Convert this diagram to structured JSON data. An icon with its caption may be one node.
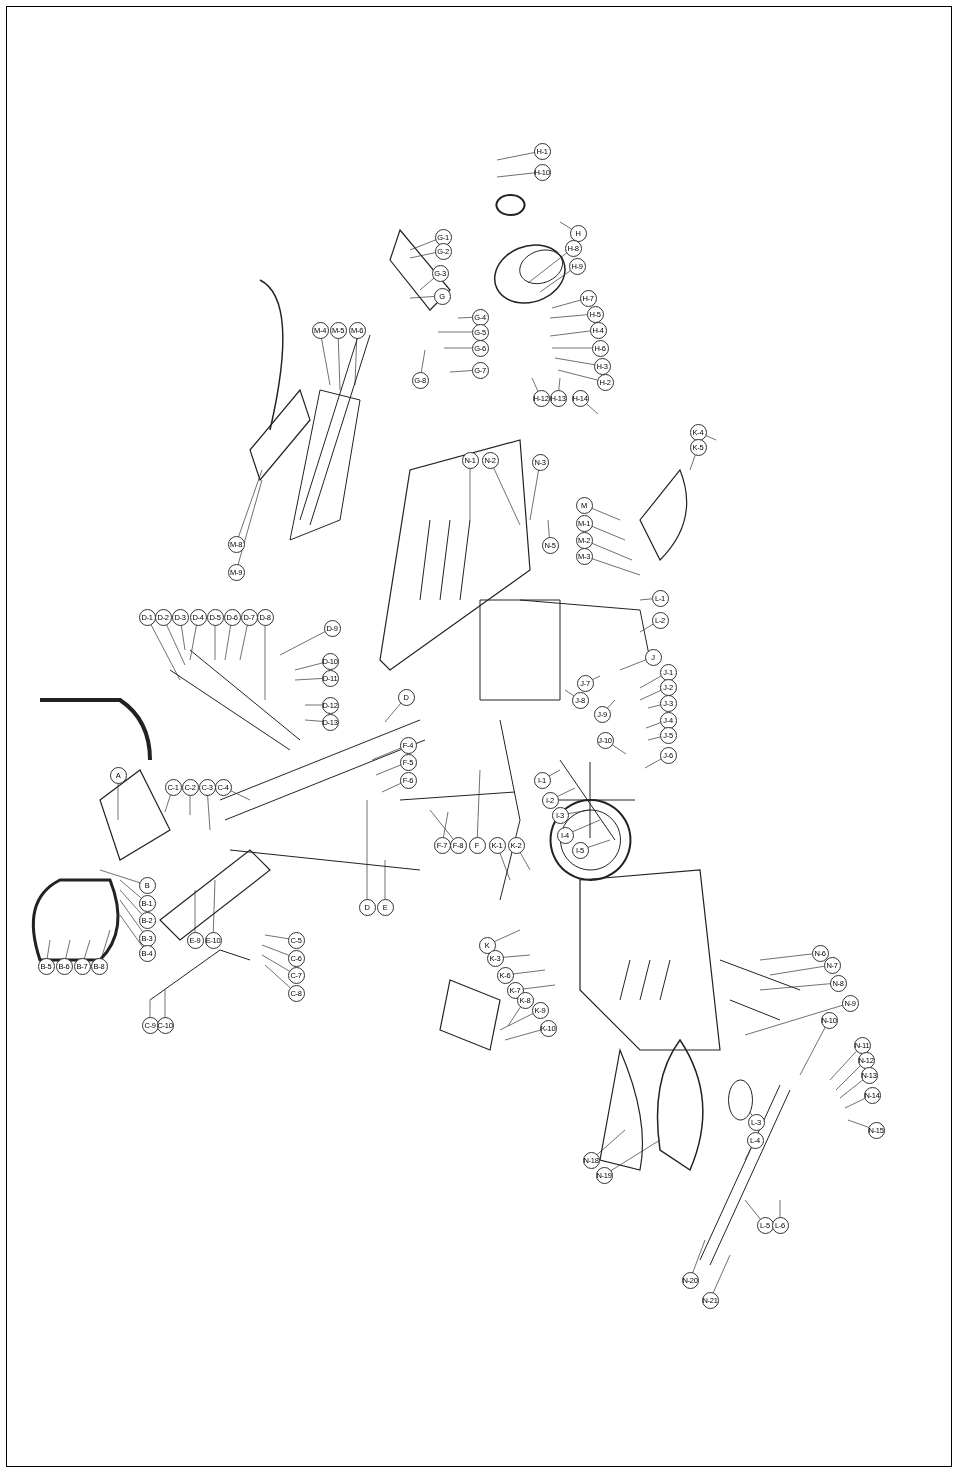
{
  "diagram": {
    "nodes": [
      {
        "text": [
          "H-1"
        ]
      },
      {
        "text": [
          "H-10"
        ]
      },
      {
        "text": [
          "H"
        ]
      },
      {
        "text": [
          "H-8"
        ]
      },
      {
        "text": [
          "H-9"
        ]
      },
      {
        "text": [
          "H-7"
        ]
      },
      {
        "text": [
          "H-5"
        ]
      },
      {
        "text": [
          "H-4"
        ]
      },
      {
        "text": [
          "H-6"
        ]
      },
      {
        "text": [
          "H-3"
        ]
      },
      {
        "text": [
          "H-2"
        ]
      },
      {
        "text": [
          "H-12"
        ]
      },
      {
        "text": [
          "H-13"
        ]
      },
      {
        "text": [
          "H-14"
        ]
      },
      {
        "text": [
          "G-1"
        ]
      },
      {
        "text": [
          "G-2"
        ]
      },
      {
        "text": [
          "G-3"
        ]
      },
      {
        "text": [
          "G"
        ]
      },
      {
        "text": [
          "G-4"
        ]
      },
      {
        "text": [
          "G-5"
        ]
      },
      {
        "text": [
          "G-6"
        ]
      },
      {
        "text": [
          "G-7"
        ]
      },
      {
        "text": [
          "G-8"
        ]
      },
      {
        "text": [
          "M-4"
        ]
      },
      {
        "text": [
          "M-5"
        ]
      },
      {
        "text": [
          "M-6"
        ]
      },
      {
        "text": [
          "M-8"
        ]
      },
      {
        "text": [
          "M-9"
        ]
      },
      {
        "text": [
          "N-1"
        ]
      },
      {
        "text": [
          "N-2"
        ]
      },
      {
        "text": [
          "N-3"
        ]
      },
      {
        "text": [
          "N-5"
        ]
      },
      {
        "text": [
          "M"
        ]
      },
      {
        "text": [
          "M-1"
        ]
      },
      {
        "text": [
          "M-2"
        ]
      },
      {
        "text": [
          "M-3"
        ]
      },
      {
        "text": [
          "K-4"
        ]
      },
      {
        "text": [
          "K-5"
        ]
      },
      {
        "text": [
          "L-1"
        ]
      },
      {
        "text": [
          "L-2"
        ]
      },
      {
        "text": [
          "J"
        ]
      },
      {
        "text": [
          "J-1"
        ]
      },
      {
        "text": [
          "J-2"
        ]
      },
      {
        "text": [
          "J-3"
        ]
      },
      {
        "text": [
          "J-4"
        ]
      },
      {
        "text": [
          "J-5"
        ]
      },
      {
        "text": [
          "J-6"
        ]
      },
      {
        "text": [
          "J-7"
        ]
      },
      {
        "text": [
          "J-8"
        ]
      },
      {
        "text": [
          "J-9"
        ]
      },
      {
        "text": [
          "J-10"
        ]
      },
      {
        "text": [
          "I-1"
        ]
      },
      {
        "text": [
          "I-2"
        ]
      },
      {
        "text": [
          "I-3"
        ]
      },
      {
        "text": [
          "I-4"
        ]
      },
      {
        "text": [
          "I-5"
        ]
      },
      {
        "text": [
          "D-1"
        ]
      },
      {
        "text": [
          "D-2"
        ]
      },
      {
        "text": [
          "D-3"
        ]
      },
      {
        "text": [
          "D-4"
        ]
      },
      {
        "text": [
          "D-5"
        ]
      },
      {
        "text": [
          "D-6"
        ]
      },
      {
        "text": [
          "D-7"
        ]
      },
      {
        "text": [
          "D-8"
        ]
      },
      {
        "text": [
          "D-9"
        ]
      },
      {
        "text": [
          "D-10"
        ]
      },
      {
        "text": [
          "D-11"
        ]
      },
      {
        "text": [
          "D-12"
        ]
      },
      {
        "text": [
          "D-13"
        ]
      },
      {
        "text": [
          "D"
        ]
      },
      {
        "text": [
          "F-4"
        ]
      },
      {
        "text": [
          "F-5"
        ]
      },
      {
        "text": [
          "F-6"
        ]
      },
      {
        "text": [
          "F-7"
        ]
      },
      {
        "text": [
          "F-8"
        ]
      },
      {
        "text": [
          "F"
        ]
      },
      {
        "text": [
          "K-1"
        ]
      },
      {
        "text": [
          "K-2"
        ]
      },
      {
        "text": [
          "D"
        ]
      },
      {
        "text": [
          "E"
        ]
      },
      {
        "text": [
          "K"
        ]
      },
      {
        "text": [
          "K-3"
        ]
      },
      {
        "text": [
          "K-6"
        ]
      },
      {
        "text": [
          "K-7"
        ]
      },
      {
        "text": [
          "K-8"
        ]
      },
      {
        "text": [
          "K-9"
        ]
      },
      {
        "text": [
          "K-10"
        ]
      },
      {
        "text": [
          "A"
        ]
      },
      {
        "text": [
          "C-1"
        ]
      },
      {
        "text": [
          "C-2"
        ]
      },
      {
        "text": [
          "C-3"
        ]
      },
      {
        "text": [
          "C-4"
        ]
      },
      {
        "text": [
          "B"
        ]
      },
      {
        "text": [
          "B-1"
        ]
      },
      {
        "text": [
          "B-2"
        ]
      },
      {
        "text": [
          "B-3"
        ]
      },
      {
        "text": [
          "B-4"
        ]
      },
      {
        "text": [
          "B-5"
        ]
      },
      {
        "text": [
          "B-6"
        ]
      },
      {
        "text": [
          "B-7"
        ]
      },
      {
        "text": [
          "B-8"
        ]
      },
      {
        "text": [
          "E-9"
        ]
      },
      {
        "text": [
          "E-10"
        ]
      },
      {
        "text": [
          "C-5"
        ]
      },
      {
        "text": [
          "C-6"
        ]
      },
      {
        "text": [
          "C-7"
        ]
      },
      {
        "text": [
          "C-8"
        ]
      },
      {
        "text": [
          "C-9"
        ]
      },
      {
        "text": [
          "C-10"
        ]
      },
      {
        "text": [
          "N-6"
        ]
      },
      {
        "text": [
          "N-7"
        ]
      },
      {
        "text": [
          "N-8"
        ]
      },
      {
        "text": [
          "N-9"
        ]
      },
      {
        "text": [
          "N-10"
        ]
      },
      {
        "text": [
          "N-11"
        ]
      },
      {
        "text": [
          "N-12"
        ]
      },
      {
        "text": [
          "N-13"
        ]
      },
      {
        "text": [
          "N-14"
        ]
      },
      {
        "text": [
          "N-15"
        ]
      },
      {
        "text": [
          "L-3"
        ]
      },
      {
        "text": [
          "L-4"
        ]
      },
      {
        "text": [
          "N-18"
        ]
      },
      {
        "text": [
          "N-19"
        ]
      },
      {
        "text": [
          "L-5"
        ]
      },
      {
        "text": [
          "L-6"
        ]
      },
      {
        "text": [
          "N-20"
        ]
      },
      {
        "text": [
          "N-21"
        ]
      }
    ],
    "edges": [
      {
        "from": 0,
        "to": null,
        "arrow": "none"
      },
      {
        "from": 1,
        "to": null,
        "arrow": "none"
      },
      {
        "from": 2,
        "to": null,
        "arrow": "none"
      },
      {
        "from": 3,
        "to": null,
        "arrow": "none"
      },
      {
        "from": 4,
        "to": null,
        "arrow": "none"
      },
      {
        "from": 5,
        "to": null,
        "arrow": "none"
      },
      {
        "from": 6,
        "to": null,
        "arrow": "none"
      },
      {
        "from": 7,
        "to": null,
        "arrow": "none"
      },
      {
        "from": 8,
        "to": null,
        "arrow": "none"
      },
      {
        "from": 9,
        "to": null,
        "arrow": "none"
      },
      {
        "from": 10,
        "to": null,
        "arrow": "none"
      },
      {
        "from": 11,
        "to": null,
        "arrow": "none"
      },
      {
        "from": 12,
        "to": null,
        "arrow": "none"
      },
      {
        "from": 13,
        "to": null,
        "arrow": "none"
      },
      {
        "from": 14,
        "to": null,
        "arrow": "none"
      },
      {
        "from": 15,
        "to": null,
        "arrow": "none"
      },
      {
        "from": 16,
        "to": null,
        "arrow": "none"
      },
      {
        "from": 17,
        "to": null,
        "arrow": "none"
      },
      {
        "from": 18,
        "to": null,
        "arrow": "none"
      },
      {
        "from": 19,
        "to": null,
        "arrow": "none"
      },
      {
        "from": 20,
        "to": null,
        "arrow": "none"
      },
      {
        "from": 21,
        "to": null,
        "arrow": "none"
      },
      {
        "from": 22,
        "to": null,
        "arrow": "none"
      },
      {
        "from": 23,
        "to": null,
        "arrow": "none"
      },
      {
        "from": 24,
        "to": null,
        "arrow": "none"
      },
      {
        "from": 25,
        "to": null,
        "arrow": "none"
      },
      {
        "from": 26,
        "to": null,
        "arrow": "none"
      },
      {
        "from": 27,
        "to": null,
        "arrow": "none"
      },
      {
        "from": 28,
        "to": null,
        "arrow": "none"
      },
      {
        "from": 29,
        "to": null,
        "arrow": "none"
      },
      {
        "from": 30,
        "to": null,
        "arrow": "none"
      },
      {
        "from": 31,
        "to": null,
        "arrow": "none"
      },
      {
        "from": 32,
        "to": null,
        "arrow": "none"
      },
      {
        "from": 33,
        "to": null,
        "arrow": "none"
      },
      {
        "from": 34,
        "to": null,
        "arrow": "none"
      },
      {
        "from": 35,
        "to": null,
        "arrow": "none"
      },
      {
        "from": 36,
        "to": null,
        "arrow": "none"
      },
      {
        "from": 37,
        "to": null,
        "arrow": "none"
      },
      {
        "from": 38,
        "to": null,
        "arrow": "none"
      },
      {
        "from": 39,
        "to": null,
        "arrow": "none"
      },
      {
        "from": 40,
        "to": null,
        "arrow": "none"
      },
      {
        "from": 41,
        "to": null,
        "arrow": "none"
      },
      {
        "from": 42,
        "to": null,
        "arrow": "none"
      },
      {
        "from": 43,
        "to": null,
        "arrow": "none"
      },
      {
        "from": 44,
        "to": null,
        "arrow": "none"
      },
      {
        "from": 45,
        "to": null,
        "arrow": "none"
      },
      {
        "from": 46,
        "to": null,
        "arrow": "none"
      },
      {
        "from": 47,
        "to": null,
        "arrow": "none"
      },
      {
        "from": 48,
        "to": null,
        "arrow": "none"
      },
      {
        "from": 49,
        "to": null,
        "arrow": "none"
      },
      {
        "from": 50,
        "to": null,
        "arrow": "none"
      },
      {
        "from": 51,
        "to": null,
        "arrow": "none"
      },
      {
        "from": 52,
        "to": null,
        "arrow": "none"
      },
      {
        "from": 53,
        "to": null,
        "arrow": "none"
      },
      {
        "from": 54,
        "to": null,
        "arrow": "none"
      },
      {
        "from": 55,
        "to": null,
        "arrow": "none"
      },
      {
        "from": 56,
        "to": null,
        "arrow": "none"
      },
      {
        "from": 57,
        "to": null,
        "arrow": "none"
      },
      {
        "from": 58,
        "to": null,
        "arrow": "none"
      },
      {
        "from": 59,
        "to": null,
        "arrow": "none"
      },
      {
        "from": 60,
        "to": null,
        "arrow": "none"
      },
      {
        "from": 61,
        "to": null,
        "arrow": "none"
      },
      {
        "from": 62,
        "to": null,
        "arrow": "none"
      },
      {
        "from": 63,
        "to": null,
        "arrow": "none"
      },
      {
        "from": 64,
        "to": null,
        "arrow": "none"
      },
      {
        "from": 65,
        "to": null,
        "arrow": "none"
      },
      {
        "from": 66,
        "to": null,
        "arrow": "none"
      },
      {
        "from": 67,
        "to": null,
        "arrow": "none"
      },
      {
        "from": 68,
        "to": null,
        "arrow": "none"
      },
      {
        "from": 69,
        "to": null,
        "arrow": "none"
      },
      {
        "from": 70,
        "to": null,
        "arrow": "none"
      },
      {
        "from": 71,
        "to": null,
        "arrow": "none"
      },
      {
        "from": 72,
        "to": null,
        "arrow": "none"
      },
      {
        "from": 73,
        "to": null,
        "arrow": "none"
      },
      {
        "from": 74,
        "to": null,
        "arrow": "none"
      },
      {
        "from": 75,
        "to": null,
        "arrow": "none"
      },
      {
        "from": 76,
        "to": null,
        "arrow": "none"
      },
      {
        "from": 77,
        "to": null,
        "arrow": "none"
      },
      {
        "from": 78,
        "to": null,
        "arrow": "none"
      },
      {
        "from": 79,
        "to": null,
        "arrow": "none"
      },
      {
        "from": 80,
        "to": null,
        "arrow": "none"
      },
      {
        "from": 81,
        "to": null,
        "arrow": "none"
      },
      {
        "from": 82,
        "to": null,
        "arrow": "none"
      },
      {
        "from": 83,
        "to": null,
        "arrow": "none"
      },
      {
        "from": 84,
        "to": null,
        "arrow": "none"
      },
      {
        "from": 85,
        "to": null,
        "arrow": "none"
      },
      {
        "from": 86,
        "to": null,
        "arrow": "none"
      },
      {
        "from": 87,
        "to": null,
        "arrow": "none"
      },
      {
        "from": 88,
        "to": null,
        "arrow": "none"
      },
      {
        "from": 89,
        "to": null,
        "arrow": "none"
      },
      {
        "from": 90,
        "to": null,
        "arrow": "none"
      },
      {
        "from": 91,
        "to": null,
        "arrow": "none"
      },
      {
        "from": 92,
        "to": null,
        "arrow": "none"
      },
      {
        "from": 93,
        "to": null,
        "arrow": "none"
      },
      {
        "from": 94,
        "to": null,
        "arrow": "none"
      },
      {
        "from": 95,
        "to": null,
        "arrow": "none"
      },
      {
        "from": 96,
        "to": null,
        "arrow": "none"
      },
      {
        "from": 97,
        "to": null,
        "arrow": "none"
      },
      {
        "from": 98,
        "to": null,
        "arrow": "none"
      },
      {
        "from": 99,
        "to": null,
        "arrow": "none"
      },
      {
        "from": 100,
        "to": null,
        "arrow": "none"
      },
      {
        "from": 101,
        "to": null,
        "arrow": "none"
      },
      {
        "from": 102,
        "to": null,
        "arrow": "none"
      },
      {
        "from": 103,
        "to": null,
        "arrow": "none"
      },
      {
        "from": 104,
        "to": null,
        "arrow": "none"
      },
      {
        "from": 105,
        "to": null,
        "arrow": "none"
      },
      {
        "from": 106,
        "to": null,
        "arrow": "none"
      },
      {
        "from": 107,
        "to": null,
        "arrow": "none"
      },
      {
        "from": 108,
        "to": null,
        "arrow": "none"
      },
      {
        "from": 109,
        "to": null,
        "arrow": "none"
      },
      {
        "from": 110,
        "to": null,
        "arrow": "none"
      },
      {
        "from": 111,
        "to": null,
        "arrow": "none"
      },
      {
        "from": 112,
        "to": null,
        "arrow": "none"
      },
      {
        "from": 113,
        "to": null,
        "arrow": "none"
      },
      {
        "from": 114,
        "to": null,
        "arrow": "none"
      },
      {
        "from": 115,
        "to": null,
        "arrow": "none"
      },
      {
        "from": 116,
        "to": null,
        "arrow": "none"
      },
      {
        "from": 117,
        "to": null,
        "arrow": "none"
      },
      {
        "from": 118,
        "to": null,
        "arrow": "none"
      },
      {
        "from": 119,
        "to": null,
        "arrow": "none"
      },
      {
        "from": 120,
        "to": null,
        "arrow": "none"
      },
      {
        "from": 121,
        "to": null,
        "arrow": "none"
      },
      {
        "from": 122,
        "to": null,
        "arrow": "none"
      },
      {
        "from": 123,
        "to": null,
        "arrow": "none"
      },
      {
        "from": 124,
        "to": null,
        "arrow": "none"
      },
      {
        "from": 125,
        "to": null,
        "arrow": "none"
      },
      {
        "from": 126,
        "to": null,
        "arrow": "none"
      }
    ]
  }
}
